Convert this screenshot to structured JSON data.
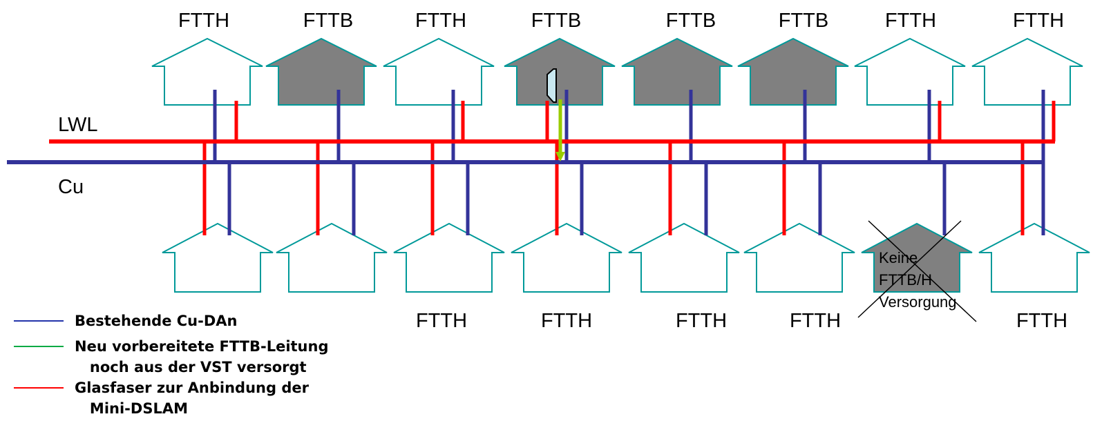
{
  "colors": {
    "fiber": "#ff0000",
    "copper": "#333399",
    "prepared": "#99cc00",
    "house_outline": "#009999",
    "house_fill_fttb": "#808080",
    "house_fill_ftth": "#ffffff",
    "legend_green": "#00aa44",
    "legend_blue": "#2233aa",
    "legend_red": "#ff0000"
  },
  "cables": {
    "lwl_label": "LWL",
    "cu_label": "Cu"
  },
  "top_houses": [
    {
      "label": "FTTH",
      "type": "FTTH"
    },
    {
      "label": "FTTB",
      "type": "FTTB"
    },
    {
      "label": "FTTH",
      "type": "FTTH"
    },
    {
      "label": "FTTB",
      "type": "FTTB",
      "mini_dslam": true
    },
    {
      "label": "FTTB",
      "type": "FTTB"
    },
    {
      "label": "FTTB",
      "type": "FTTB"
    },
    {
      "label": "FTTH",
      "type": "FTTH"
    },
    {
      "label": "FTTH",
      "type": "FTTH"
    }
  ],
  "bottom_houses": [
    {
      "label": "",
      "type": "FTTH"
    },
    {
      "label": "",
      "type": "FTTH"
    },
    {
      "label": "FTTH",
      "type": "FTTH"
    },
    {
      "label": "FTTH",
      "type": "FTTH"
    },
    {
      "label": "FTTH",
      "type": "FTTH"
    },
    {
      "label": "FTTH",
      "type": "FTTH"
    },
    {
      "label": "",
      "type": "none",
      "note": [
        "Keine",
        "FTTB/H",
        "Versorgung"
      ]
    },
    {
      "label": "FTTH",
      "type": "FTTH"
    }
  ],
  "legend": [
    {
      "color_key": "legend_blue",
      "text": "Bestehende Cu-DAn"
    },
    {
      "color_key": "legend_green",
      "text": "Neu vorbereitete FTTB-Leitung\n   noch aus der VST versorgt"
    },
    {
      "color_key": "legend_red",
      "text": "Glasfaser zur Anbindung der\n   Mini-DSLAM"
    }
  ]
}
